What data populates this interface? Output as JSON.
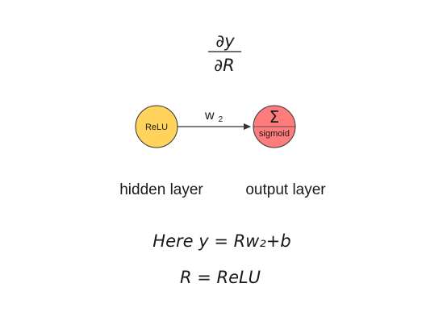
{
  "derivative": {
    "numerator": "∂y",
    "denominator": "∂R"
  },
  "nodes": {
    "hidden": {
      "label": "ReLU",
      "color": "#FFD35C"
    },
    "output": {
      "symbol": "Σ",
      "label": "sigmoid",
      "color": "#FF7C7C"
    }
  },
  "edge": {
    "weight_base": "w",
    "weight_sub": "2"
  },
  "layers": {
    "hidden_label": "hidden layer",
    "output_label": "output layer"
  },
  "equations": {
    "line1": "Here y = Rw₂+b",
    "line2": "R = ReLU"
  }
}
